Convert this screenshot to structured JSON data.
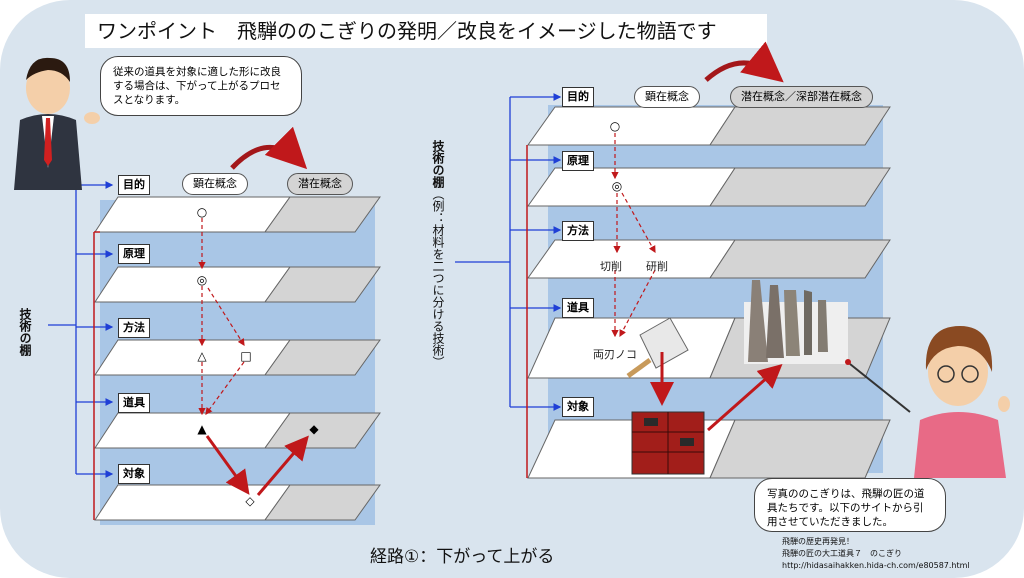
{
  "title": "ワンポイント　飛騨ののこぎりの発明／改良をイメージした物語です",
  "left_bubble": "従来の道具を対象に適した形に改良する場合は、下がって上がるプロセスとなります。",
  "left_diagram": {
    "shelf_label": "技術の棚",
    "rows": [
      "目的",
      "原理",
      "方法",
      "道具",
      "対象"
    ],
    "explicit_label": "顕在概念",
    "latent_label": "潜在概念",
    "symbols": {
      "purpose": "○",
      "principle": "◎",
      "method_a": "△",
      "method_b": "□",
      "tool_a": "▲",
      "tool_b": "◆",
      "object": "◇"
    }
  },
  "right_diagram": {
    "shelf_label": "技術の棚",
    "shelf_example": "（例：材料を二つに分ける技術）",
    "rows": [
      "目的",
      "原理",
      "方法",
      "道具",
      "対象"
    ],
    "explicit_label": "顕在概念",
    "latent_label": "潜在概念／深部潜在概念",
    "purpose_symbol": "○",
    "principle_symbol": "◎",
    "method_a": "切削",
    "method_b": "研削",
    "tool_label": "両刃ノコ"
  },
  "right_bubble": "写真ののこぎりは、飛騨の匠の道具たちです。以下のサイトから引用させていただきました。",
  "caption": "経路①：下がって上がる",
  "credit": {
    "line1": "飛騨の歴史再発見！",
    "line2": "飛騨の匠の大工道具７　のこぎり",
    "line3": "http://hidasaihakken.hida-ch.com/e80587.html"
  },
  "colors": {
    "background": "#d9e4ee",
    "panel_blue": "#a9c6e6",
    "connector_blue": "#1f3fd6",
    "arrow_red": "#c0181b",
    "latent_gray": "#d4d4d4"
  }
}
